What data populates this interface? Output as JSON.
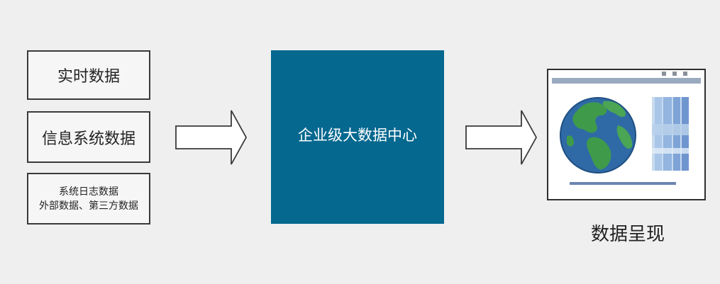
{
  "sources": [
    {
      "lines": [
        "实时数据"
      ]
    },
    {
      "lines": [
        "信息系统数据"
      ]
    },
    {
      "lines": [
        "系统日志数据",
        "外部数据、第三方数据"
      ]
    }
  ],
  "center": {
    "label": "企业级大数据中心"
  },
  "output": {
    "label": "数据呈现"
  },
  "colors": {
    "center_fill": "#05688f",
    "box_border": "#3a3a3a",
    "arrow_stroke": "#3a3a3a"
  },
  "icons": {
    "arrows": "right-arrow-outline",
    "display": "monitor-with-globe"
  }
}
